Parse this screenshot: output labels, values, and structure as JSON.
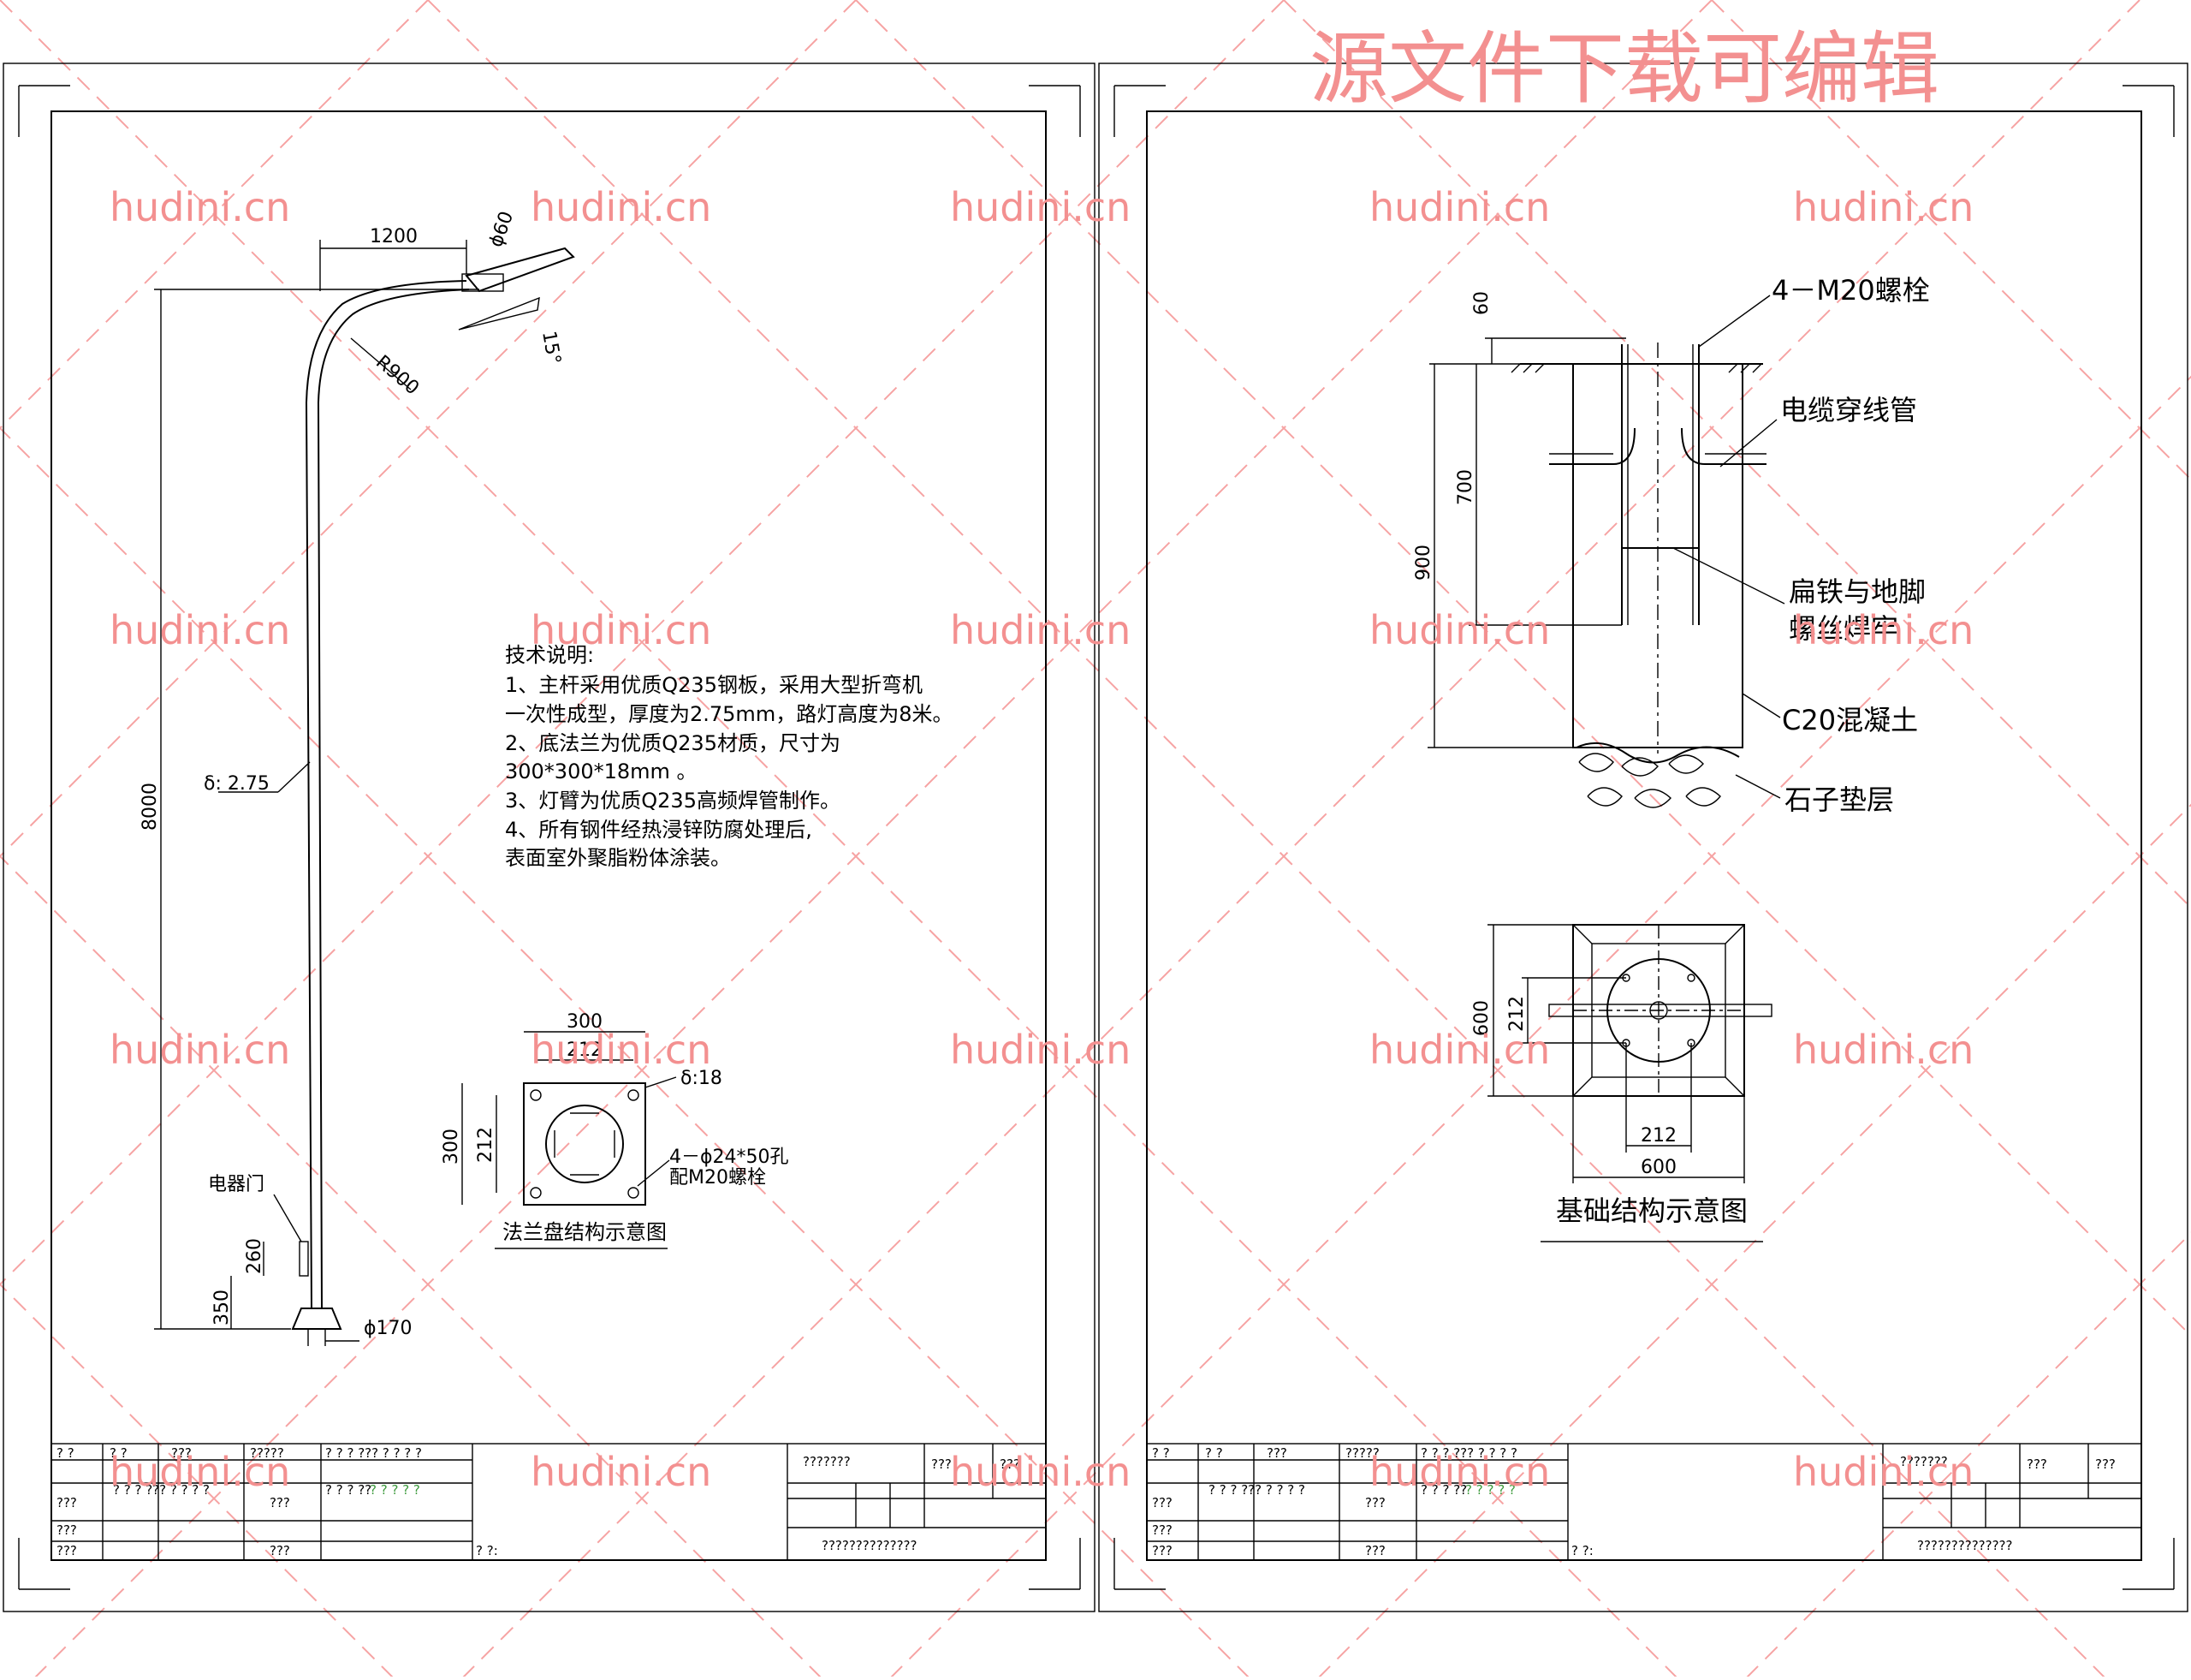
{
  "watermark": {
    "top_banner": "源文件下载可编辑",
    "repeat_text": "hudini.cn"
  },
  "left_sheet": {
    "pole": {
      "dim_arm_length": "1200",
      "dim_tube_dia": "ϕ60",
      "dim_angle": "15°",
      "dim_radius": "R900",
      "dim_height": "8000",
      "dim_thickness": "δ: 2.75",
      "label_door": "电器门",
      "dim_door": "260",
      "dim_base_gap": "350",
      "dim_base_dia": "ϕ170"
    },
    "notes": {
      "title": "技术说明:",
      "lines": [
        "1、主杆采用优质Q235钢板，采用大型折弯机",
        "一次性成型，厚度为2.75mm，路灯高度为8米。",
        "2、底法兰为优质Q235材质，尺寸为",
        "300*300*18mm 。",
        "3、灯臂为优质Q235高频焊管制作。",
        "4、所有钢件经热浸锌防腐处理后,",
        "表面室外聚脂粉体涂装。"
      ]
    },
    "flange": {
      "dim_width": "300",
      "dim_inner": "212",
      "dim_thickness": "δ:18",
      "dim_height": "300",
      "dim_height_inner": "212",
      "holes_line1": "4－ϕ24*50孔",
      "holes_line2": "配M20螺栓",
      "caption": "法兰盘结构示意图"
    }
  },
  "right_sheet": {
    "foundation_section": {
      "label_bolts": "4－M20螺栓",
      "label_conduit": "电缆穿线管",
      "label_weld_line1": "扁铁与地脚",
      "label_weld_line2": "螺丝焊牢",
      "label_concrete": "C20混凝土",
      "label_gravel": "石子垫层",
      "dim_top": "60",
      "dim_mid": "700",
      "dim_depth": "900"
    },
    "foundation_plan": {
      "dim_height": "600",
      "dim_inner_v": "212",
      "dim_inner_h": "212",
      "dim_width": "600",
      "caption": "基础结构示意图"
    }
  },
  "title_block": {
    "cell_a": "? ?",
    "cell_b": "? ?",
    "cell_c": "???",
    "cell_d": "?????",
    "cell_e": "? ? ? ??? ? ? ? ?",
    "cell_f": "???????",
    "cell_g": "???",
    "cell_h": "???",
    "cell_i": "???",
    "cell_j": "? ? ? ??? ? ? ? ?",
    "cell_k": "???",
    "cell_l": "? ? ? ??",
    "cell_l_green": "? ? ? ? ?",
    "cell_m": "???",
    "cell_n": "???",
    "cell_o": "???",
    "cell_p": "? ?:",
    "cell_q": "??????????????"
  }
}
